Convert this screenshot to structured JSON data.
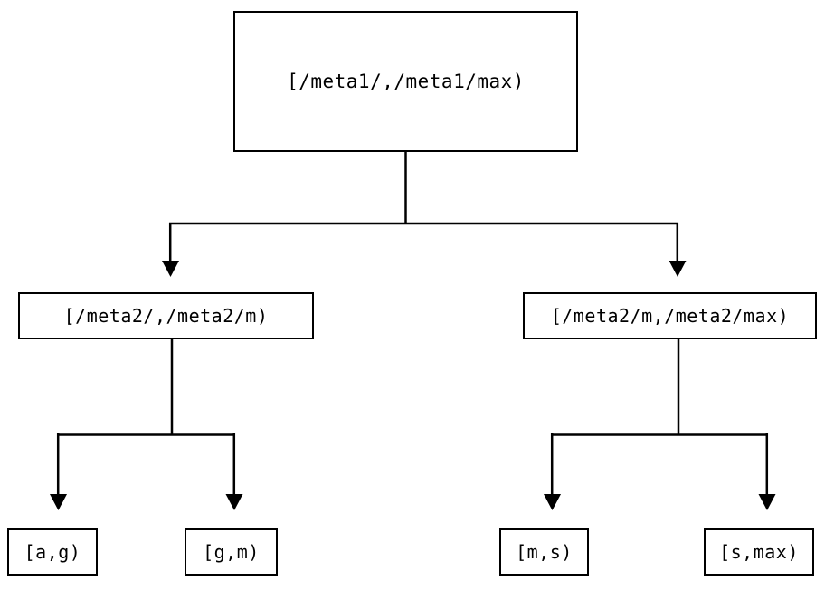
{
  "diagram": {
    "type": "tree",
    "title": "",
    "nodes": {
      "root": {
        "label": "[/meta1/,/meta1/max)",
        "level": 0
      },
      "mid_left": {
        "label": "[/meta2/,/meta2/m)",
        "level": 1
      },
      "mid_right": {
        "label": "[/meta2/m,/meta2/max)",
        "level": 1
      },
      "leaf_1": {
        "label": "[a,g)",
        "level": 2
      },
      "leaf_2": {
        "label": "[g,m)",
        "level": 2
      },
      "leaf_3": {
        "label": "[m,s)",
        "level": 2
      },
      "leaf_4": {
        "label": "[s,max)",
        "level": 2
      }
    },
    "edges": [
      {
        "from": "root",
        "to": "mid_left",
        "arrow": "down"
      },
      {
        "from": "root",
        "to": "mid_right",
        "arrow": "down"
      },
      {
        "from": "mid_left",
        "to": "leaf_1",
        "arrow": "down"
      },
      {
        "from": "mid_left",
        "to": "leaf_2",
        "arrow": "down"
      },
      {
        "from": "mid_right",
        "to": "leaf_3",
        "arrow": "down"
      },
      {
        "from": "mid_right",
        "to": "leaf_4",
        "arrow": "down"
      }
    ],
    "colors": {
      "background": "#ffffff",
      "stroke": "#000000",
      "text": "#000000",
      "arrowhead": "#000000"
    }
  }
}
